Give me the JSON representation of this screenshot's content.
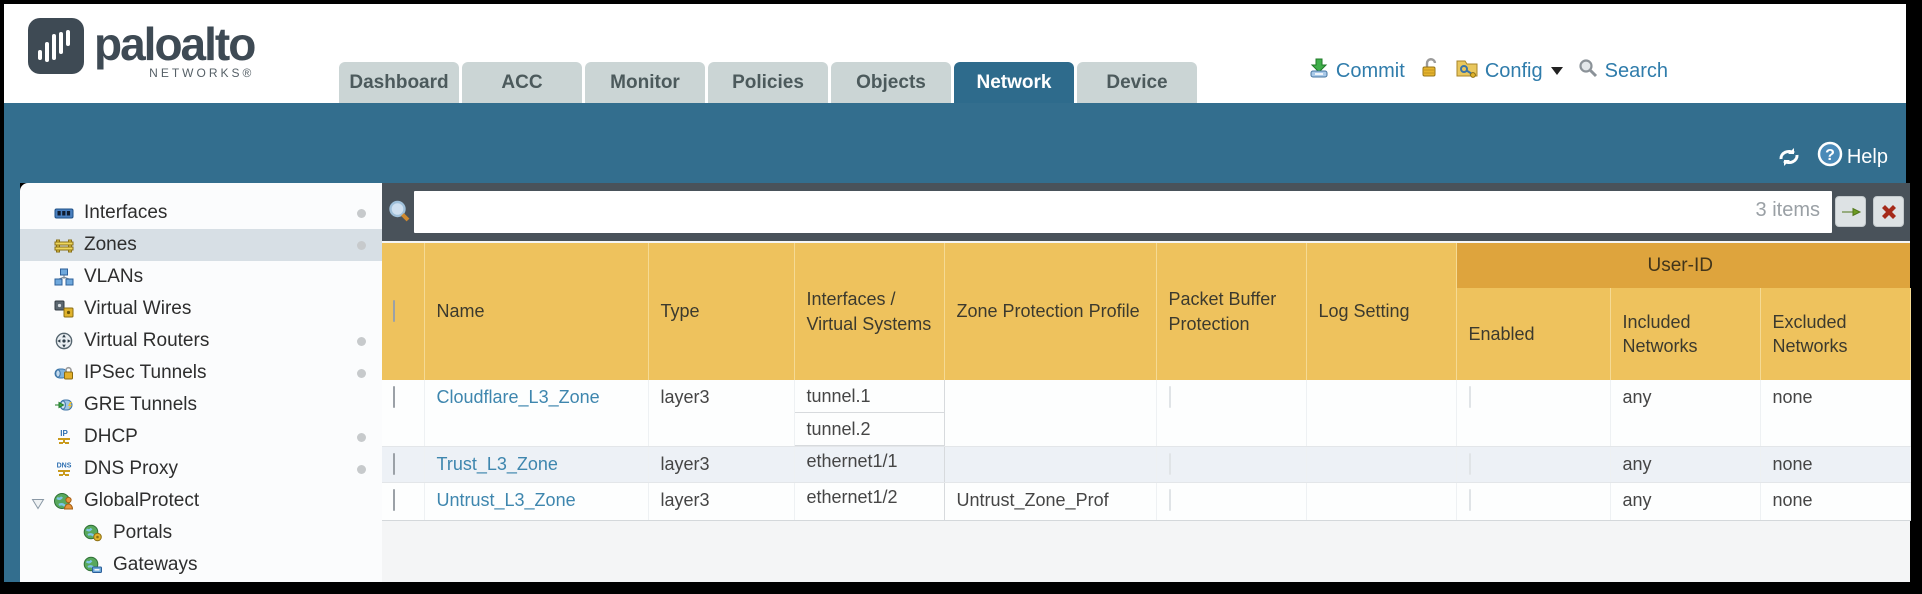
{
  "header": {
    "brand": "paloalto",
    "brand_sub": "NETWORKS®",
    "tabs": [
      {
        "label": "Dashboard",
        "active": false
      },
      {
        "label": "ACC",
        "active": false
      },
      {
        "label": "Monitor",
        "active": false
      },
      {
        "label": "Policies",
        "active": false
      },
      {
        "label": "Objects",
        "active": false
      },
      {
        "label": "Network",
        "active": true
      },
      {
        "label": "Device",
        "active": false
      }
    ],
    "utils": {
      "commit": "Commit",
      "config": "Config",
      "search": "Search"
    }
  },
  "toolbar": {
    "help": "Help"
  },
  "sidebar": {
    "items": [
      {
        "label": "Interfaces",
        "icon": "interfaces-icon",
        "dot": true,
        "selected": false
      },
      {
        "label": "Zones",
        "icon": "zones-icon",
        "dot": true,
        "selected": true
      },
      {
        "label": "VLANs",
        "icon": "vlans-icon",
        "dot": false,
        "selected": false
      },
      {
        "label": "Virtual Wires",
        "icon": "virtual-wires-icon",
        "dot": false,
        "selected": false
      },
      {
        "label": "Virtual Routers",
        "icon": "virtual-routers-icon",
        "dot": true,
        "selected": false
      },
      {
        "label": "IPSec Tunnels",
        "icon": "ipsec-tunnels-icon",
        "dot": true,
        "selected": false
      },
      {
        "label": "GRE Tunnels",
        "icon": "gre-tunnels-icon",
        "dot": false,
        "selected": false
      },
      {
        "label": "DHCP",
        "icon": "dhcp-icon",
        "dot": true,
        "selected": false
      },
      {
        "label": "DNS Proxy",
        "icon": "dns-proxy-icon",
        "dot": true,
        "selected": false
      },
      {
        "label": "GlobalProtect",
        "icon": "globalprotect-icon",
        "dot": false,
        "selected": false,
        "expanded": true
      },
      {
        "label": "Portals",
        "icon": "portals-icon",
        "dot": false,
        "selected": false,
        "indent": 1
      },
      {
        "label": "Gateways",
        "icon": "gateways-icon",
        "dot": false,
        "selected": false,
        "indent": 1
      }
    ]
  },
  "filterbar": {
    "query": "",
    "items_count": "3 items"
  },
  "table": {
    "group_header": "User-ID",
    "columns": [
      "Name",
      "Type",
      "Interfaces / Virtual Systems",
      "Zone Protection Profile",
      "Packet Buffer Protection",
      "Log Setting",
      "Enabled",
      "Included Networks",
      "Excluded Networks"
    ],
    "rows": [
      {
        "name": "Cloudflare_L3_Zone",
        "type": "layer3",
        "interfaces": [
          "tunnel.1",
          "tunnel.2"
        ],
        "zone_protection_profile": "",
        "packet_buffer_protection_checked": false,
        "log_setting": "",
        "user_id_enabled_checked": false,
        "included_networks": "any",
        "excluded_networks": "none"
      },
      {
        "name": "Trust_L3_Zone",
        "type": "layer3",
        "interfaces": [
          "ethernet1/1"
        ],
        "zone_protection_profile": "",
        "packet_buffer_protection_checked": false,
        "log_setting": "",
        "user_id_enabled_checked": false,
        "included_networks": "any",
        "excluded_networks": "none"
      },
      {
        "name": "Untrust_L3_Zone",
        "type": "layer3",
        "interfaces": [
          "ethernet1/2"
        ],
        "zone_protection_profile": "Untrust_Zone_Prof",
        "packet_buffer_protection_checked": false,
        "log_setting": "",
        "user_id_enabled_checked": false,
        "included_networks": "any",
        "excluded_networks": "none"
      }
    ]
  },
  "colors": {
    "teal_band": "#336e8e",
    "active_tab": "#2e6b8c",
    "header_gold": "#eec25d",
    "user_id_band": "#dea43d",
    "link_blue": "#3e86ae",
    "filter_bar": "#49525a",
    "selected_nav": "#d7dfe5",
    "commit_green": "#3fae49",
    "clear_red": "#a52a1a"
  },
  "icons": {
    "search": "magnifier",
    "refresh": "circular-arrows",
    "help": "question-circle",
    "commit": "download-tray",
    "lock": "padlock-open",
    "config": "folder-key",
    "apply_filter": "green-right-arrow",
    "clear_filter": "red-x"
  }
}
